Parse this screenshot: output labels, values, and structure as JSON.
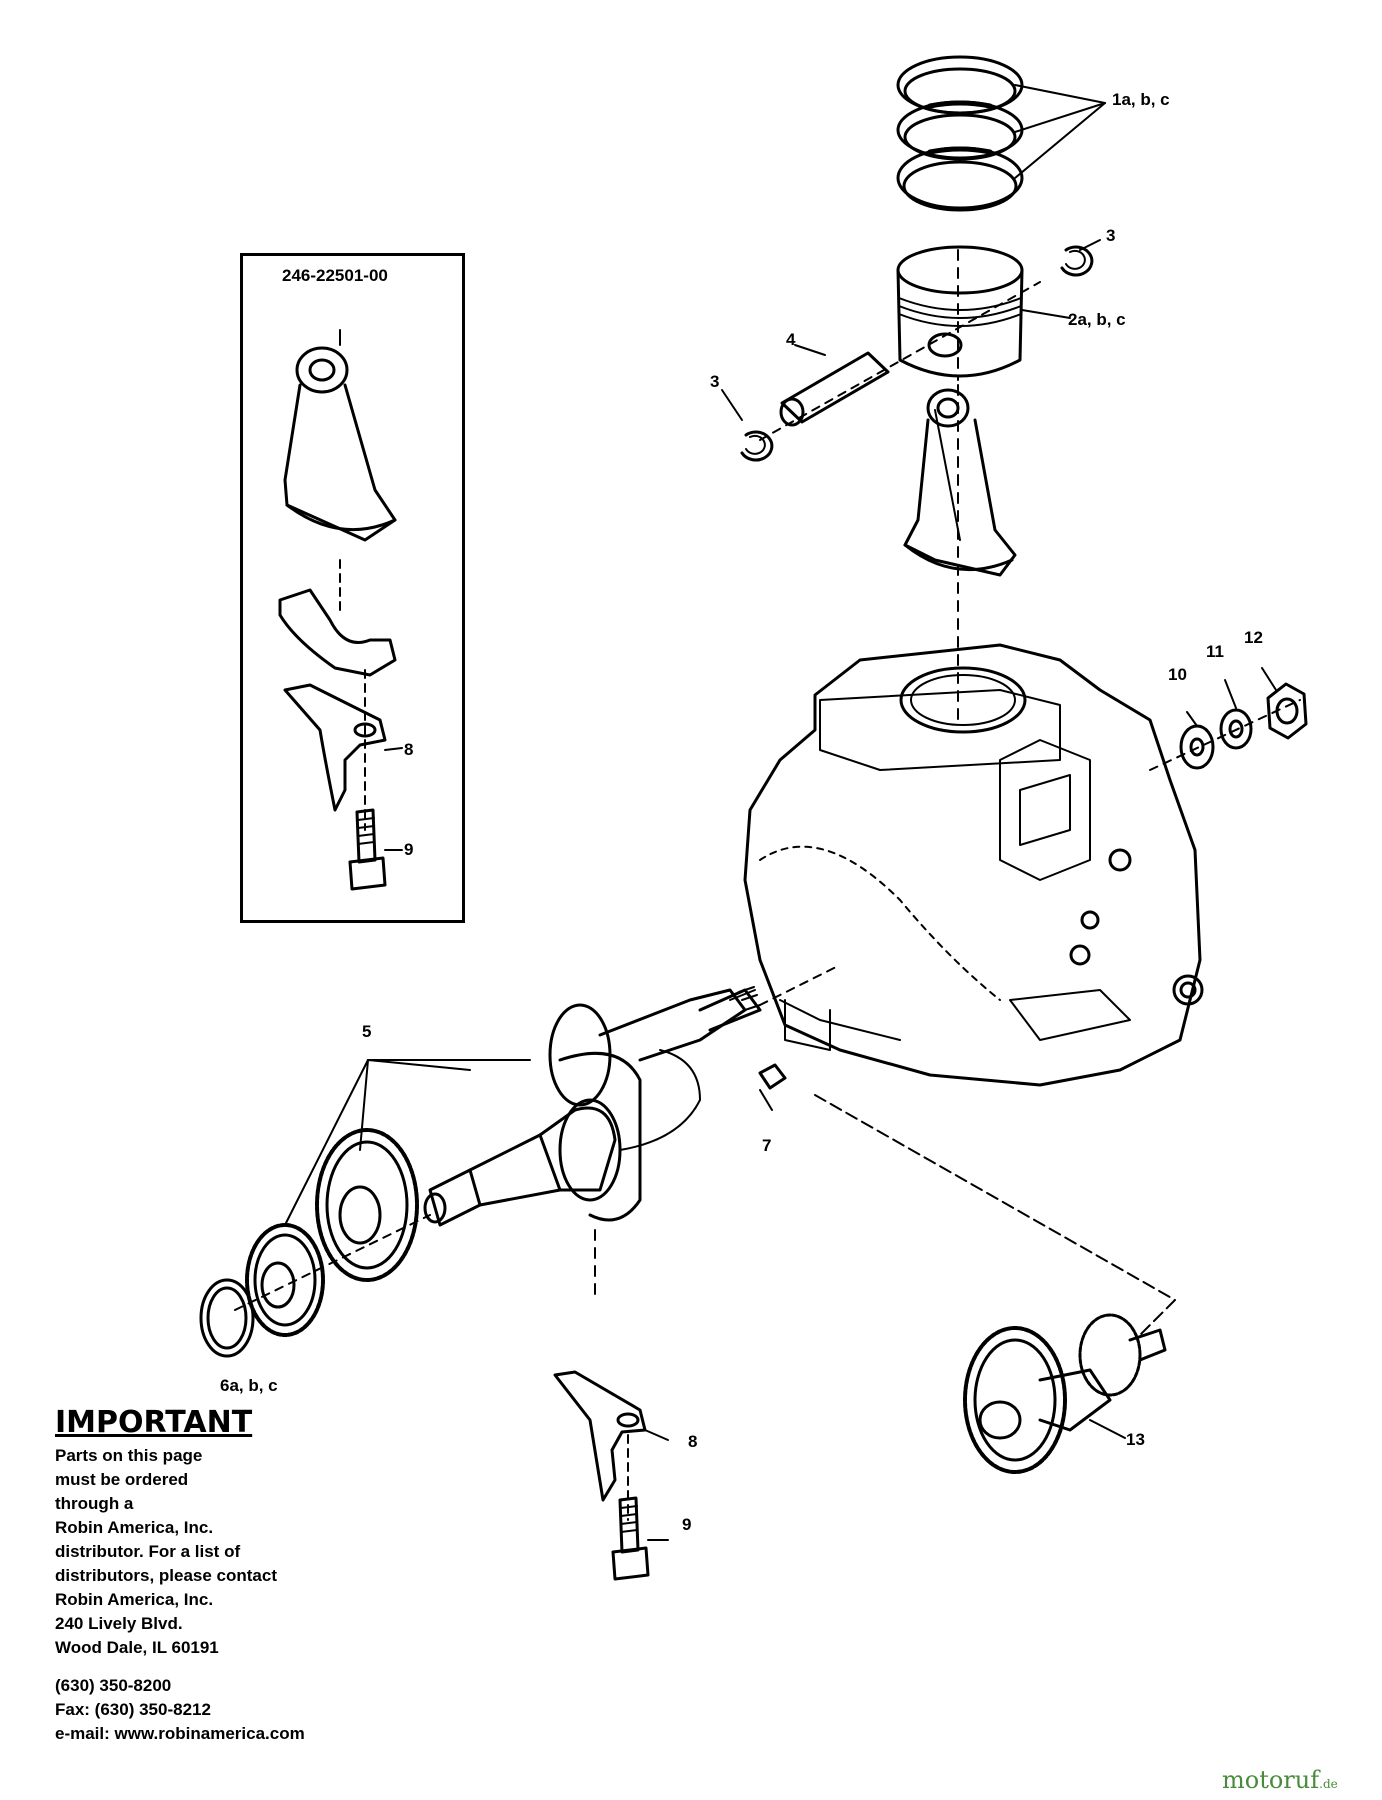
{
  "kit": {
    "part_number": "246-22501-00"
  },
  "callouts": {
    "c1": "1a, b, c",
    "c2": "2a, b, c",
    "c3_top": "3",
    "c3_left": "3",
    "c4": "4",
    "c5": "5",
    "c6": "6a, b, c",
    "c7": "7",
    "c8_kit": "8",
    "c9_kit": "9",
    "c8_bottom": "8",
    "c9_bottom": "9",
    "c10": "10",
    "c11": "11",
    "c12": "12",
    "c13": "13"
  },
  "notice": {
    "title": "IMPORTANT",
    "lines": [
      "Parts on this page",
      "must be ordered",
      "through a",
      "Robin America, Inc.",
      "distributor. For a list of",
      "distributors, please contact",
      "Robin America, Inc.",
      "240 Lively Blvd.",
      "Wood Dale, IL 60191"
    ],
    "contact": [
      "(630) 350-8200",
      "Fax: (630) 350-8212",
      "e-mail: www.robinamerica.com"
    ]
  },
  "watermark": {
    "brand": "motoruf",
    "suffix": ".de",
    "color": "#4a8a3a"
  }
}
